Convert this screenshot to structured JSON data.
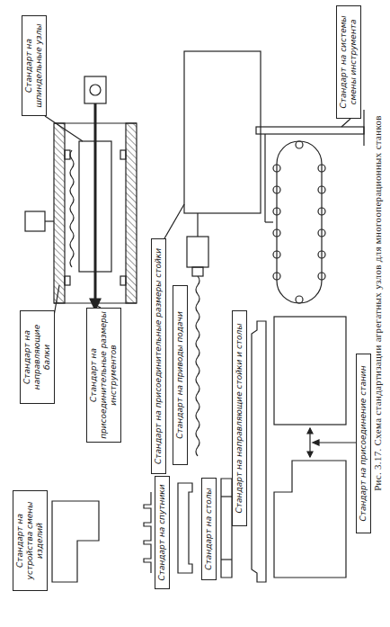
{
  "diagram": {
    "caption": "Рис. 3.17. Схема стандартизации агрегатных узлов для многооперационных станков",
    "nodes": [
      {
        "text": [
          "Стандарт на устройства смены изделий"
        ]
      },
      {
        "text": [
          "Стандарт на направляющие балки"
        ]
      },
      {
        "text": [
          "Стандарт на шпиндельные узлы"
        ]
      },
      {
        "text": [
          "Стандарт на присоединительные размеры инструментов"
        ]
      },
      {
        "text": [
          "Стандарт на присоединительные размеры стойки"
        ]
      },
      {
        "text": [
          "Стандарт на спутники"
        ]
      },
      {
        "text": [
          "Стандарт на приводы подачи"
        ]
      },
      {
        "text": [
          "Стандарт на столы"
        ]
      },
      {
        "text": [
          "Стандарт на направляющие стойки и столы"
        ]
      },
      {
        "text": [
          "Стандарт на присоединение станин"
        ]
      },
      {
        "text": [
          "Стандарт на системы смены инструмента"
        ]
      }
    ]
  }
}
